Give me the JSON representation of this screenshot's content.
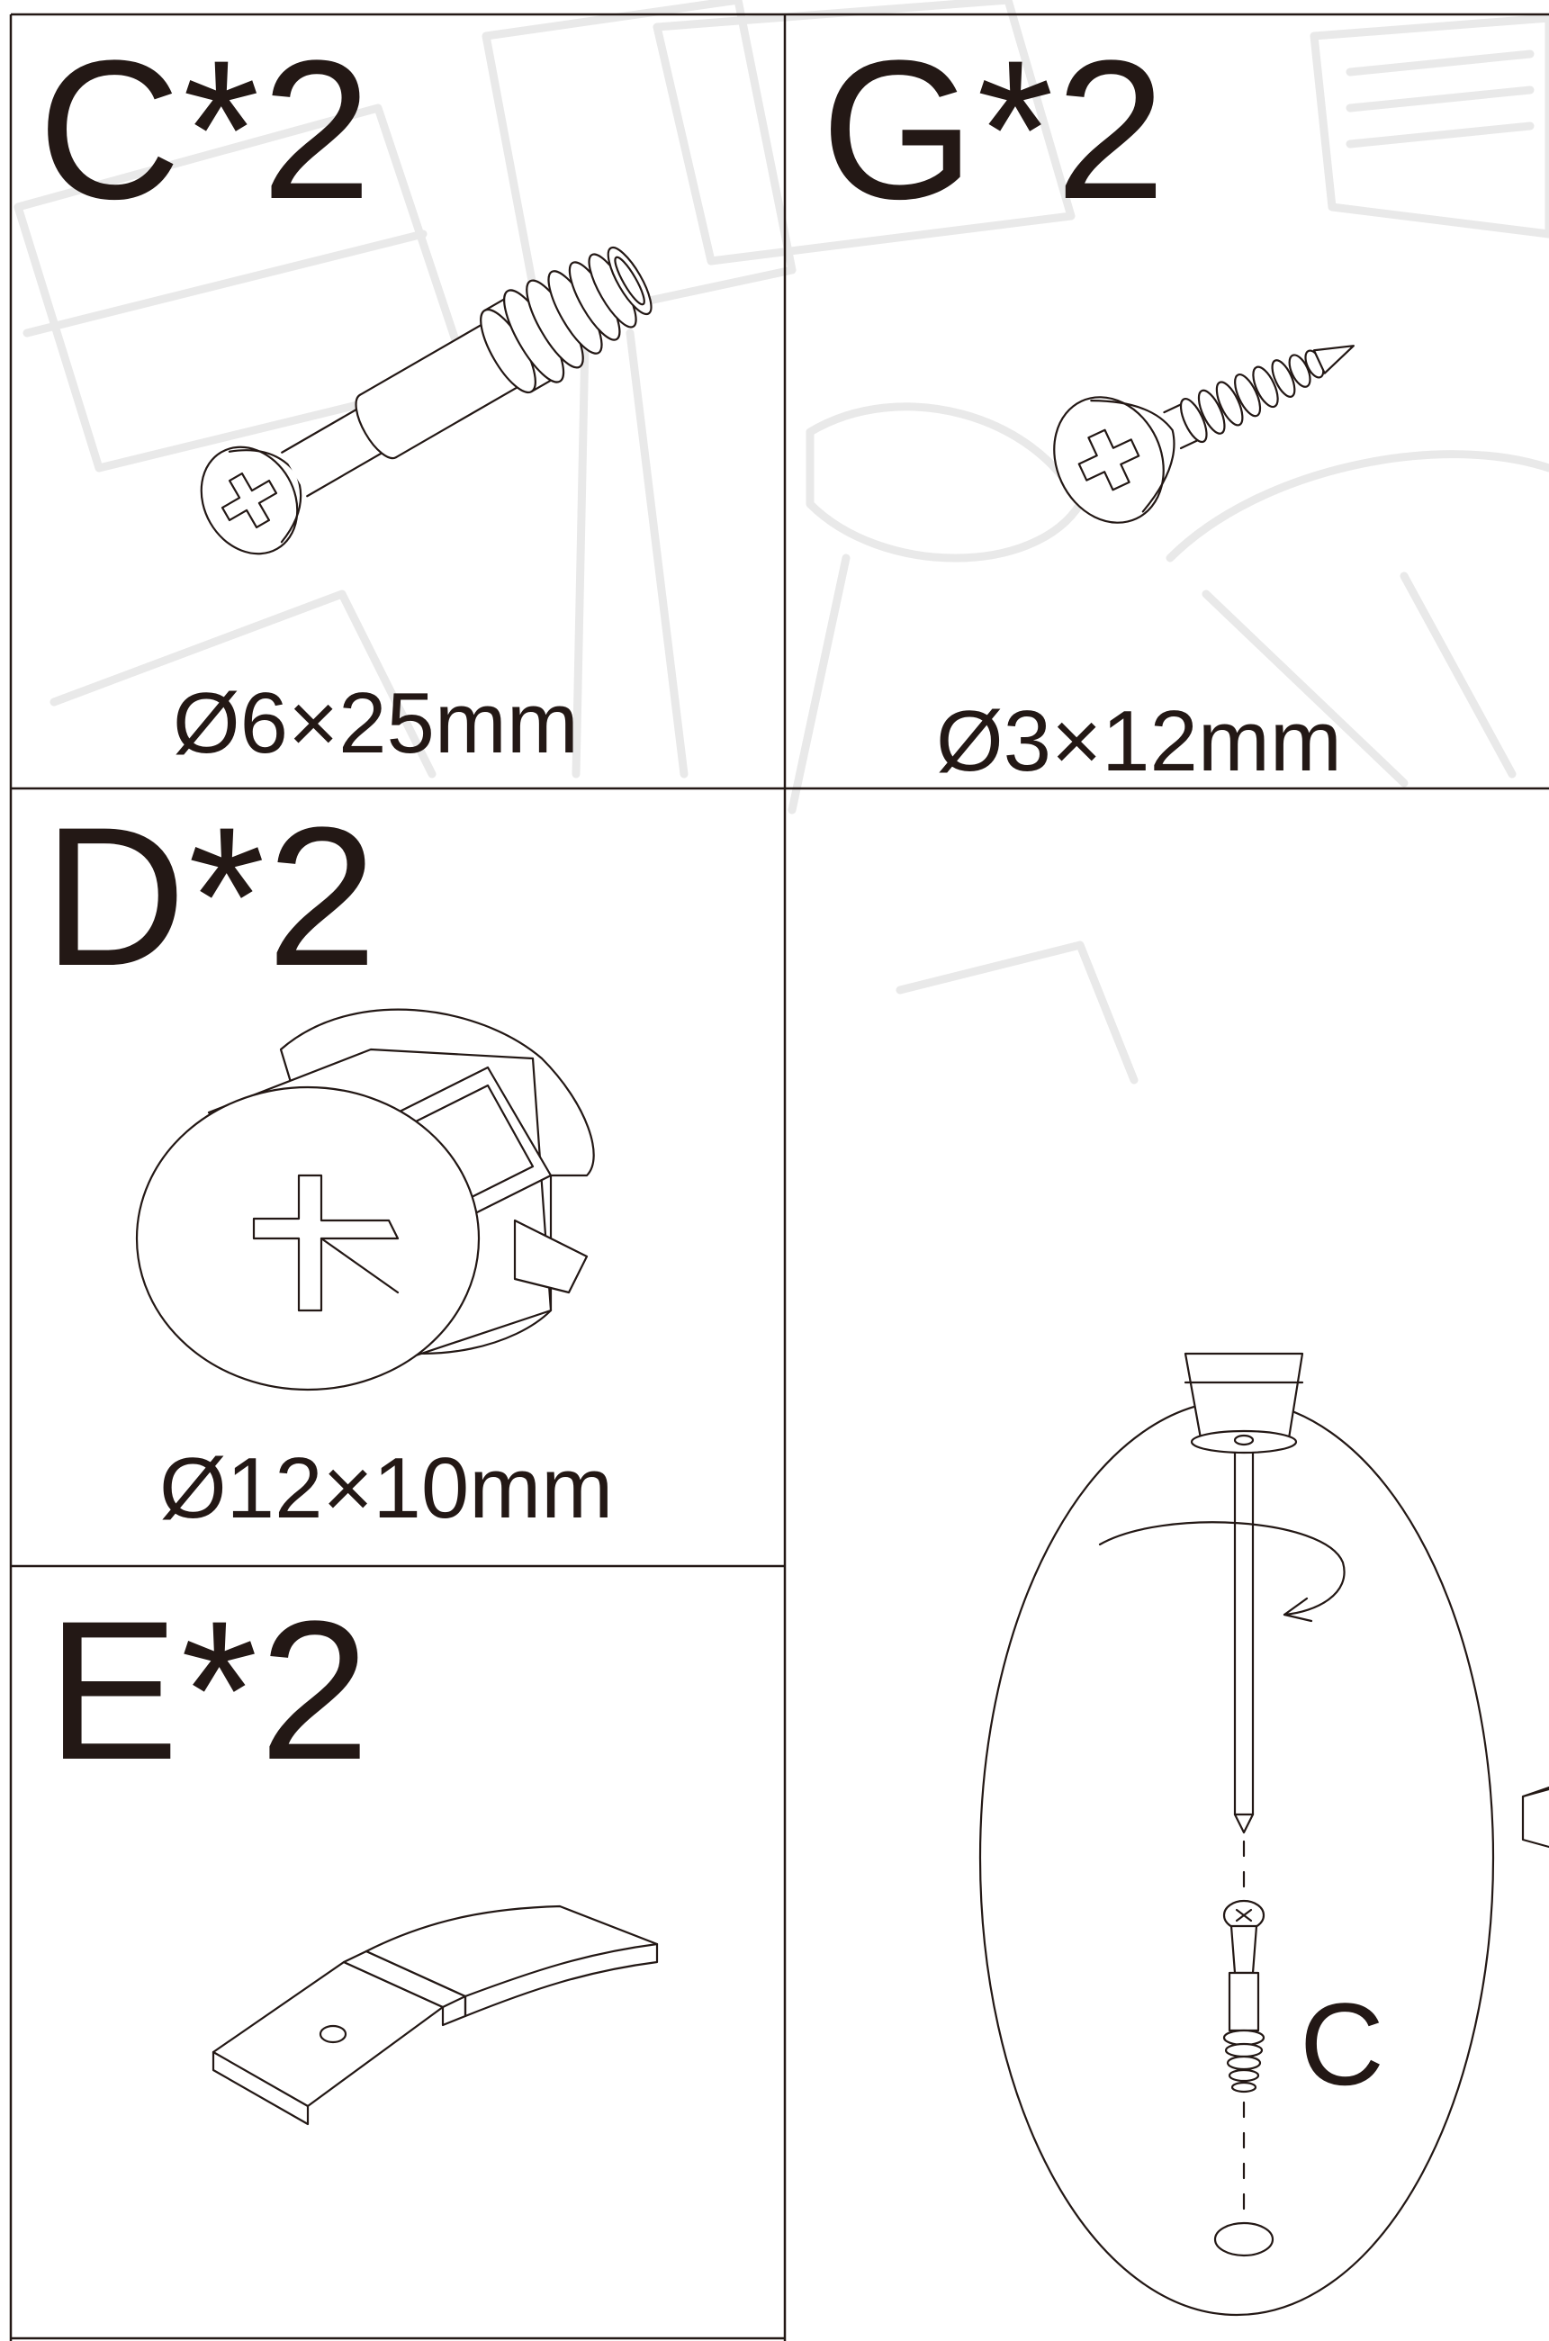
{
  "parts": {
    "c": {
      "letter": "C*2",
      "dimension": "Ø6×25mm",
      "icon": "cam-bolt-icon"
    },
    "g": {
      "letter": "G*2",
      "dimension": "Ø3×12mm",
      "icon": "wood-screw-icon"
    },
    "d": {
      "letter": "D*2",
      "dimension": "Ø12×10mm",
      "icon": "cam-lock-nut-icon"
    },
    "e": {
      "letter": "E*2",
      "dimension": "",
      "icon": "metal-bracket-icon"
    }
  },
  "assembly": {
    "callout_label": "C",
    "icon": "screwdriver-insert-bolt-icon"
  },
  "colors": {
    "ink": "#231815",
    "grid": "#231815",
    "background": "#ffffff",
    "watermark": "#e9e9e9"
  }
}
